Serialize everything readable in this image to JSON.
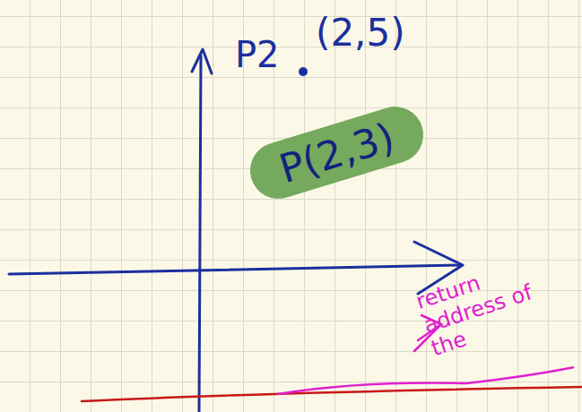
{
  "diagram": {
    "nodes": [
      {
        "text": [
          "P(2,3)"
        ]
      }
    ],
    "labels": [
      "P2",
      "(2,5)",
      "return address of the"
    ]
  }
}
